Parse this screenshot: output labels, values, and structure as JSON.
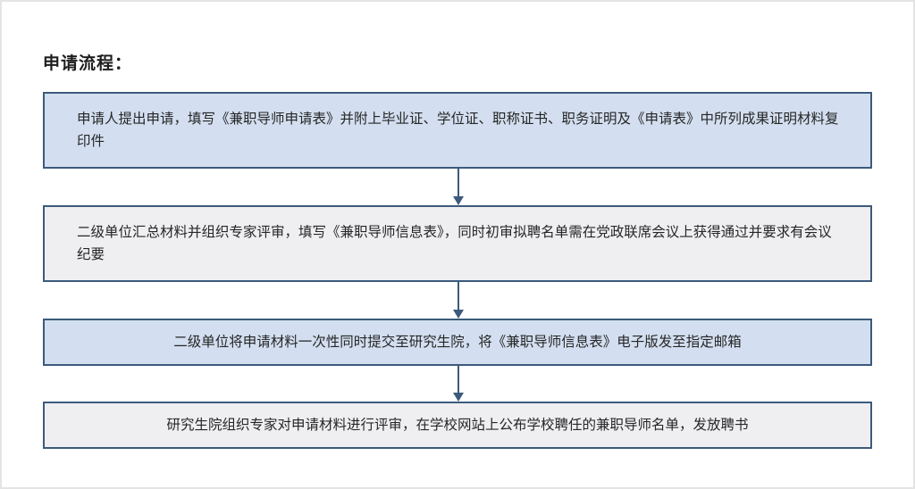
{
  "title": "申请流程：",
  "steps": [
    {
      "text": "申请人提出申请，填写《兼职导师申请表》并附上毕业证、学位证、职称证书、职务证明及《申请表》中所列成果证明材料复印件"
    },
    {
      "text": "二级单位汇总材料并组织专家评审，填写《兼职导师信息表》，同时初审拟聘名单需在党政联席会议上获得通过并要求有会议纪要"
    },
    {
      "text": "二级单位将申请材料一次性同时提交至研究生院，将《兼职导师信息表》电子版发至指定邮箱"
    },
    {
      "text": "研究生院组织专家对申请材料进行评审，在学校网站上公布学校聘任的兼职导师名单，发放聘书"
    }
  ],
  "colors": {
    "border": "#3c5a7c",
    "box_blue": "#d3dff0",
    "box_grey": "#efeff1",
    "arrow": "#3c5a7c"
  }
}
